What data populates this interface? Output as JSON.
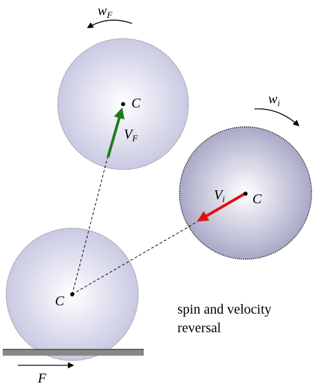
{
  "labels": {
    "wF": "w",
    "wF_sub": "F",
    "wi": "w",
    "wi_sub": "i",
    "c_top": "C",
    "VF": "V",
    "VF_sub": "F",
    "c_right": "C",
    "Vi": "V",
    "Vi_sub": "i",
    "c_bottom": "C",
    "force": "F"
  },
  "caption": {
    "line1": "spin and velocity",
    "line2": "reversal"
  },
  "colors": {
    "ball_inner": "#ffffff",
    "ball_outer_light": "#c9c9e3",
    "ball_outer_dark": "#a9a9c8",
    "velocity_final": "#1f7a1f",
    "velocity_initial": "#e01010",
    "ground": "#777777"
  }
}
